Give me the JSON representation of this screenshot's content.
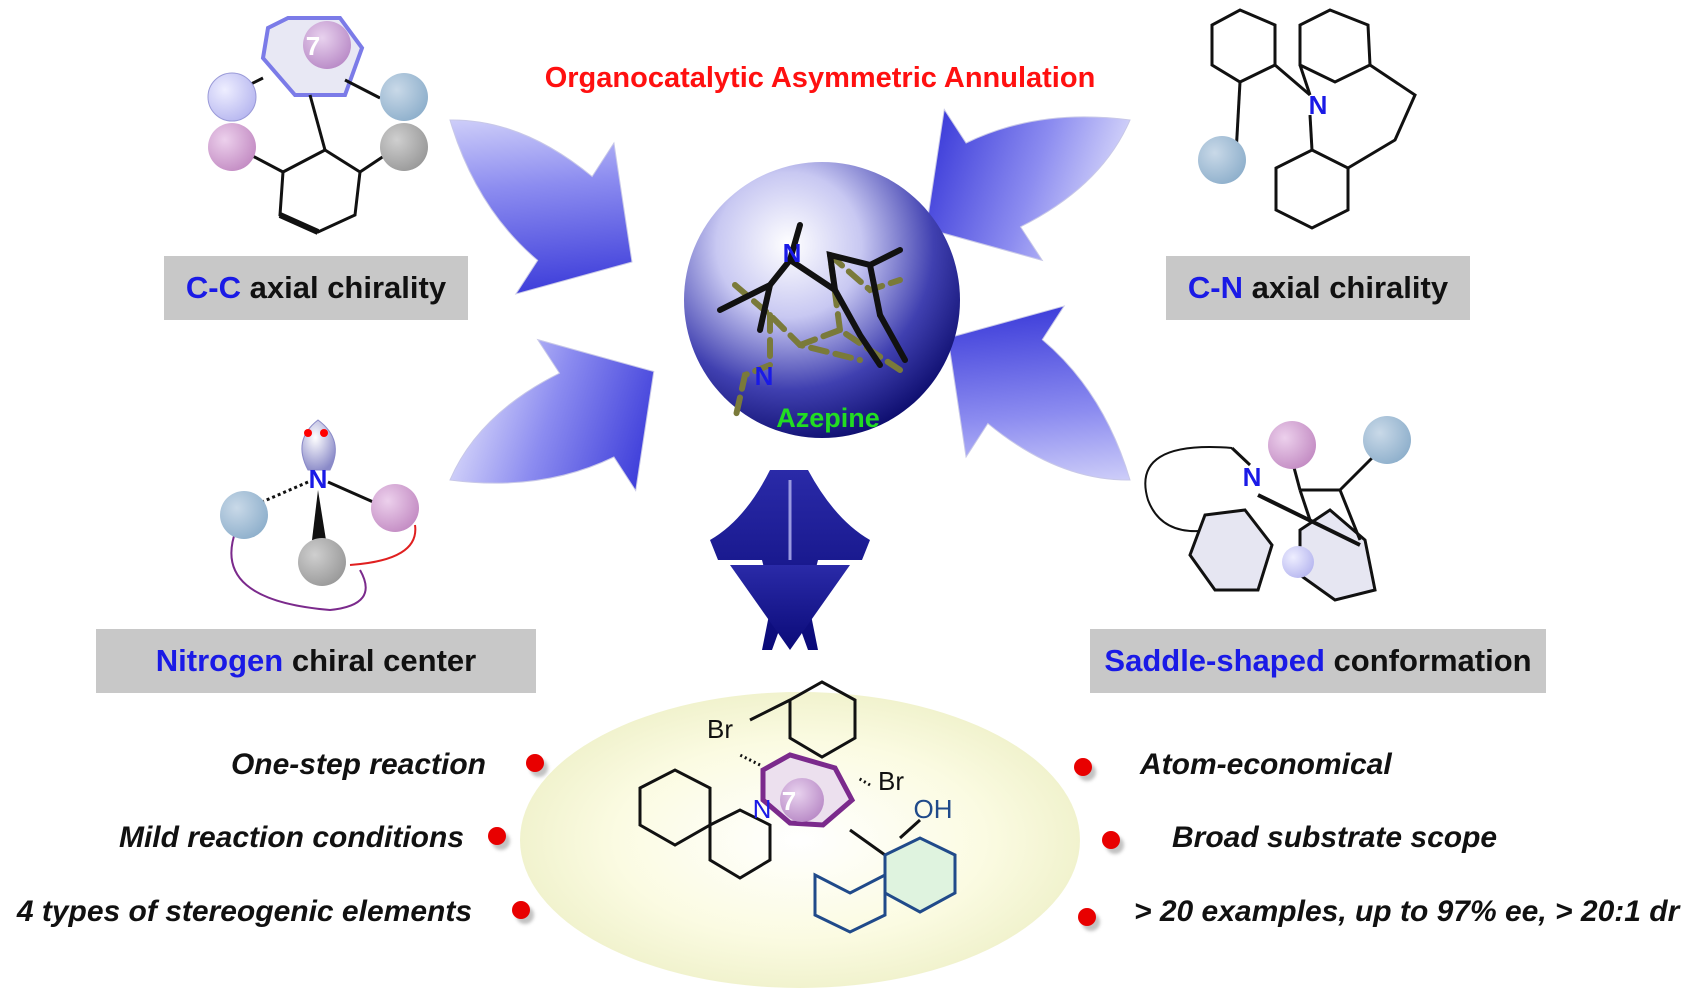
{
  "title": "Organocatalytic Asymmetric Annulation",
  "center_label": "Azepine",
  "ring_size_label": "7",
  "atoms": {
    "nitrogen": "N",
    "bromine": "Br",
    "hydroxyl": "OH"
  },
  "boxes": {
    "cc": {
      "highlight": "C-C",
      "rest": " axial chirality"
    },
    "cn": {
      "highlight": "C-N",
      "rest": " axial chirality"
    },
    "nitrogen": {
      "highlight": "Nitrogen",
      "rest": " chiral center"
    },
    "saddle": {
      "highlight": "Saddle-shaped",
      "rest": " conformation"
    }
  },
  "features_left": [
    "One-step reaction",
    "Mild reaction conditions",
    "4 types of stereogenic elements"
  ],
  "features_right": [
    "Atom-economical",
    "Broad substrate scope",
    "> 20 examples, up to 97% ee, > 20:1 dr"
  ],
  "colors": {
    "title": "#ff1010",
    "highlight": "#1a1ae6",
    "azepine_label": "#22dd22",
    "label_box": "#c8c8c8",
    "bullet": "#e80000",
    "ring_accent": "#7b2a8c"
  }
}
